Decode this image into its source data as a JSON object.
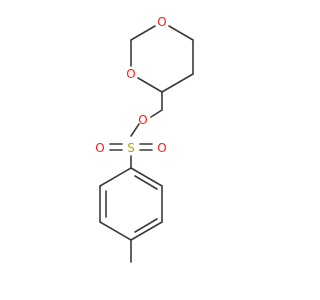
{
  "molecule": {
    "atoms": {
      "ring_o1": {
        "symbol": "O",
        "color": "#ff1a1a"
      },
      "ring_o2": {
        "symbol": "O",
        "color": "#ff1a1a"
      },
      "ester_o": {
        "symbol": "O",
        "color": "#ff1a1a"
      },
      "sulfur": {
        "symbol": "S",
        "color": "#b8a800"
      },
      "sulfonyl_o_left": {
        "symbol": "O",
        "color": "#ff1a1a"
      },
      "sulfonyl_o_right": {
        "symbol": "O",
        "color": "#ff1a1a"
      }
    },
    "colors": {
      "bond": "#3a3a3a",
      "oxygen": "#ff1a1a",
      "sulfur": "#b8a800",
      "background": "#ffffff"
    }
  }
}
